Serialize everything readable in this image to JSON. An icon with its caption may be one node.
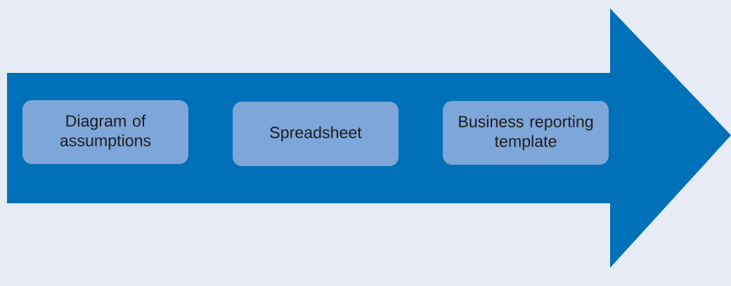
{
  "diagram": {
    "nodes": [
      {
        "text": [],
        "shape": "arrow"
      },
      {
        "text": [
          "Diagram of assumptions"
        ],
        "in": 0
      },
      {
        "text": [
          "Spreadsheet"
        ],
        "in": 0
      },
      {
        "text": [
          "Business reporting template"
        ],
        "in": 0
      }
    ]
  }
}
